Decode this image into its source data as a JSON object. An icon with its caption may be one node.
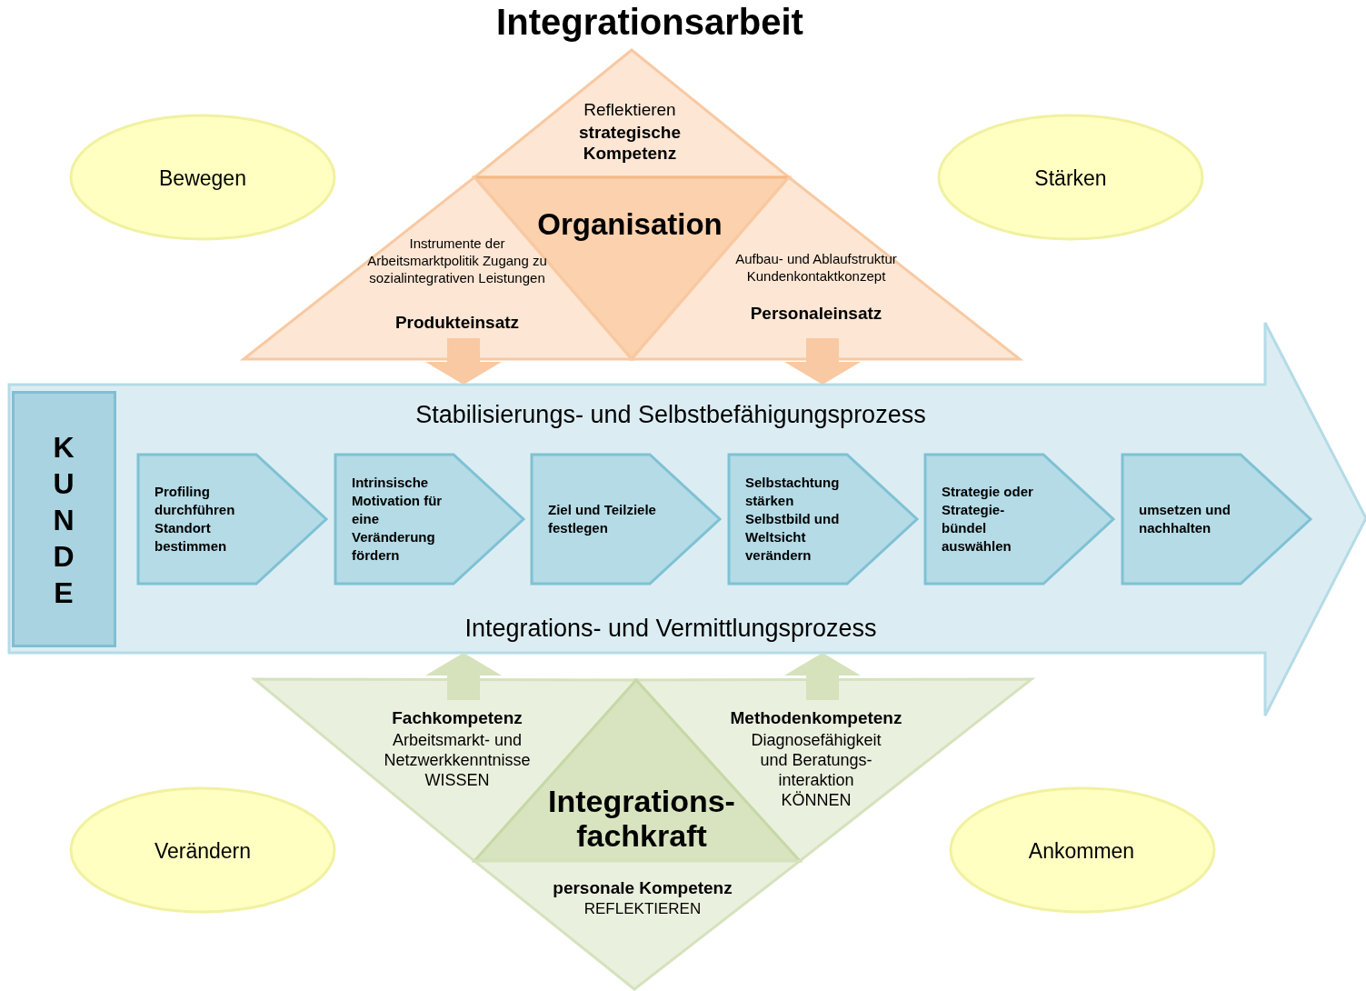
{
  "diagram": {
    "title": "Integrationsarbeit",
    "nodes": [
      {
        "text": [
          "Reflektieren",
          "strategische Kompetenz"
        ]
      },
      {
        "text": [
          "Organisation"
        ]
      },
      {
        "text": [
          "Instrumente der Arbeitsmarktpolitik Zugang zu sozialintegrativen Leistungen",
          "Produkteinsatz"
        ]
      },
      {
        "text": [
          "Aufbau- und Ablaufstruktur Kundenkontaktkonzept",
          "Personaleinsatz"
        ]
      },
      {
        "text": [
          "Bewegen"
        ]
      },
      {
        "text": [
          "Stärken"
        ]
      },
      {
        "text": [
          "Stabilisierungs- und Selbstbefähigungsprozess",
          "Integrations- und Vermittlungsprozess"
        ]
      },
      {
        "text": [
          "KUNDE"
        ],
        "in": 6
      },
      {
        "text": [
          "Profiling durchführen Standort bestimmen"
        ],
        "in": 6
      },
      {
        "text": [
          "Intrinsische Motivation für eine Veränderung fördern"
        ],
        "in": 6
      },
      {
        "text": [
          "Ziel und Teilziele festlegen"
        ],
        "in": 6
      },
      {
        "text": [
          "Selbstachtung stärken Selbstbild und Weltsicht verändern"
        ],
        "in": 6
      },
      {
        "text": [
          "Strategie oder Strategie- bündel auswählen"
        ],
        "in": 6
      },
      {
        "text": [
          "umsetzen und nachhalten"
        ],
        "in": 6
      },
      {
        "text": [
          "Fachkompetenz",
          "Arbeitsmarkt- und Netzwerkkenntnisse WISSEN"
        ]
      },
      {
        "text": [
          "Methodenkompetenz",
          "Diagnosefähigkeit und Beratungs- interaktion KÖNNEN"
        ]
      },
      {
        "text": [
          "Integrations- fachkraft"
        ]
      },
      {
        "text": [
          "personale Kompetenz",
          "REFLEKTIEREN"
        ]
      },
      {
        "text": [
          "Verändern"
        ]
      },
      {
        "text": [
          "Ankommen"
        ]
      }
    ],
    "edges": [
      {
        "from": 2,
        "to": 6,
        "arrow": "to"
      },
      {
        "from": 3,
        "to": 6,
        "arrow": "to"
      },
      {
        "from": 14,
        "to": 6,
        "arrow": "to"
      },
      {
        "from": 15,
        "to": 6,
        "arrow": "to"
      }
    ]
  }
}
